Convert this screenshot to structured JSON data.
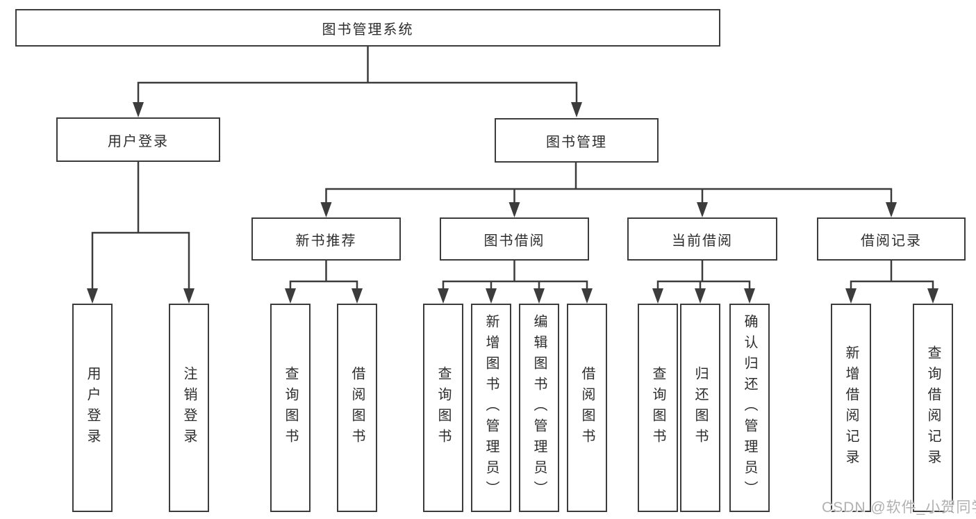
{
  "tree": {
    "label": "图书管理系统",
    "children": [
      {
        "label": "用户登录",
        "children": [
          {
            "label": "用户登录"
          },
          {
            "label": "注销登录"
          }
        ]
      },
      {
        "label": "图书管理",
        "children": [
          {
            "label": "新书推荐",
            "children": [
              {
                "label": "查询图书"
              },
              {
                "label": "借阅图书"
              }
            ]
          },
          {
            "label": "图书借阅",
            "children": [
              {
                "label": "查询图书"
              },
              {
                "label": "新增图书（管理员）"
              },
              {
                "label": "编辑图书（管理员）"
              },
              {
                "label": "借阅图书"
              }
            ]
          },
          {
            "label": "当前借阅",
            "children": [
              {
                "label": "查询图书"
              },
              {
                "label": "归还图书"
              },
              {
                "label": "确认归还（管理员）"
              }
            ]
          },
          {
            "label": "借阅记录",
            "children": [
              {
                "label": "新增借阅记录"
              },
              {
                "label": "查询借阅记录"
              }
            ]
          }
        ]
      }
    ]
  },
  "watermark": {
    "text": "CSDN @软件_小贺同学"
  },
  "colors": {
    "line": "#3c3c3c",
    "box_border": "#3c3c3c",
    "text": "#2d2d2d",
    "watermark": "#b0b0b0",
    "background": "#ffffff"
  }
}
